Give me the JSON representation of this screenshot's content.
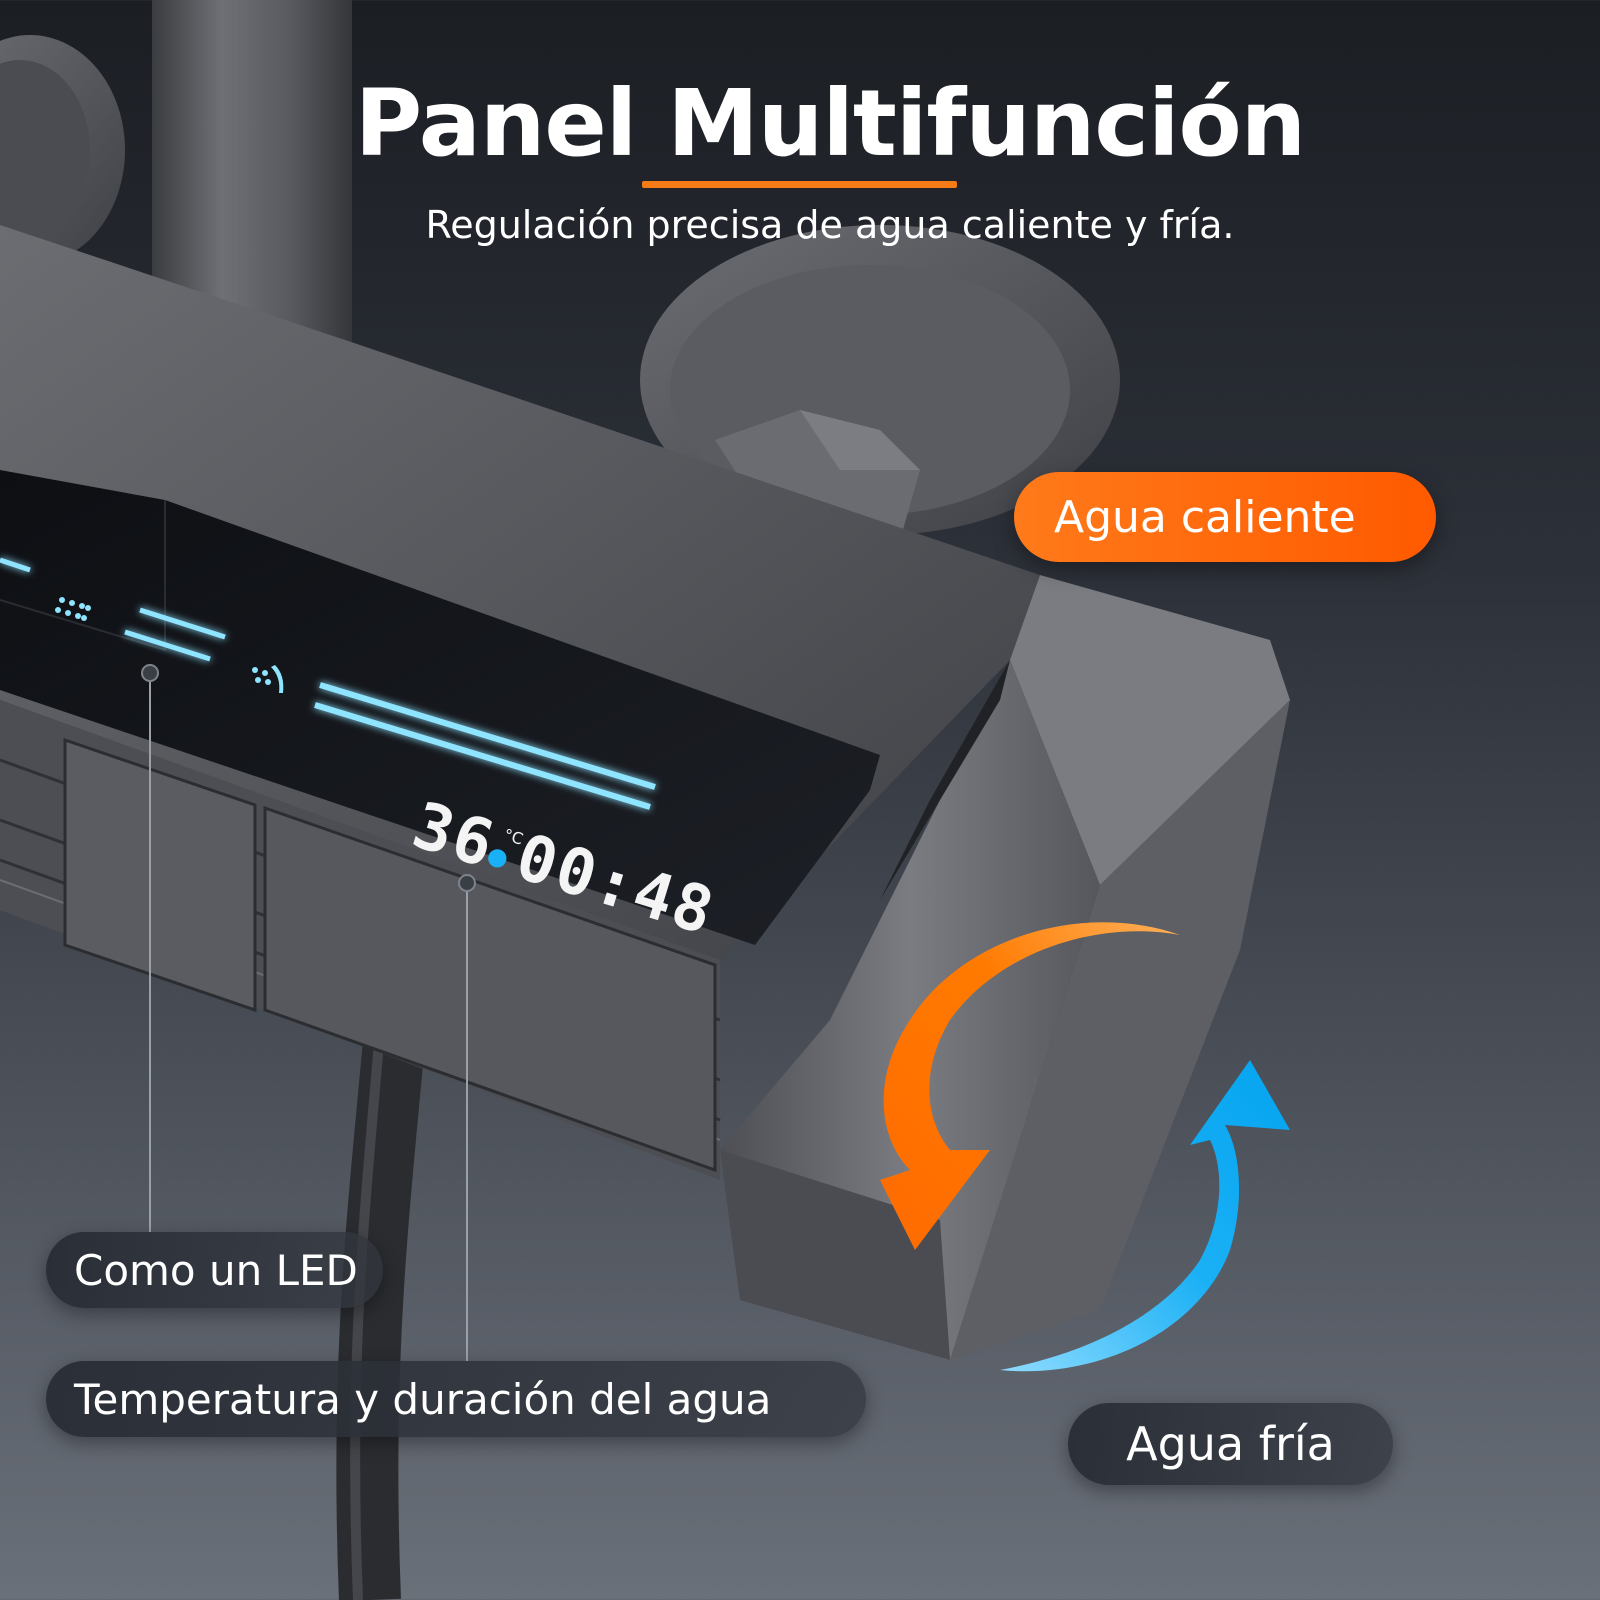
{
  "title": "Panel Multifunción",
  "subtitle": "Regulación precisa de agua caliente y fría.",
  "labels": {
    "hot_water": "Agua caliente",
    "cold_water": "Agua fría",
    "led": "Como un LED",
    "temp_duration": "Temperatura y duración del agua"
  },
  "display": {
    "temperature": "36",
    "unit": "°C",
    "time": "00:48"
  },
  "colors": {
    "accent_orange": "#f47b16",
    "cold_blue": "#1ab0f5",
    "led_blue": "#8fe4ff"
  }
}
